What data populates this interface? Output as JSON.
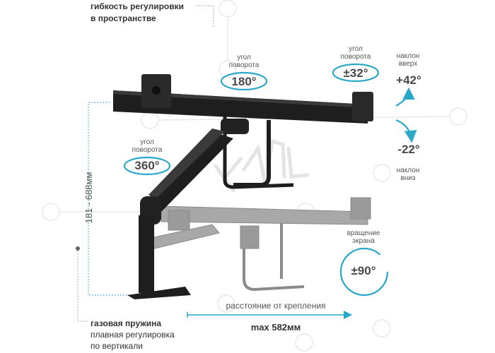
{
  "header": {
    "line1": "гибкость регулировки",
    "line2": "в пространстве"
  },
  "rotations": {
    "top": {
      "label1": "угол",
      "label2": "поворота",
      "value": "180°"
    },
    "left": {
      "label1": "угол",
      "label2": "поворота",
      "value": "360°"
    },
    "right": {
      "label1": "угол",
      "label2": "поворота",
      "value": "±32°"
    }
  },
  "tilt": {
    "up_label1": "наклон",
    "up_label2": "вверх",
    "up_value": "+42°",
    "down_value": "-22°",
    "down_label1": "наклон",
    "down_label2": "вниз"
  },
  "screen_rotation": {
    "label1": "вращение",
    "label2": "экрана",
    "value": "±90°"
  },
  "height": {
    "value": "181 - 688мм"
  },
  "distance": {
    "label": "расстояние от крепления",
    "value": "max 582мм"
  },
  "spring": {
    "line1": "газовая пружина",
    "line2": "плавная регулировка",
    "line3": "по вертикали"
  },
  "colors": {
    "accent": "#2aa8c8",
    "arm": "#1e1e1e",
    "ghost": "#9a9a9a",
    "watermark": "#e6e6e6"
  }
}
